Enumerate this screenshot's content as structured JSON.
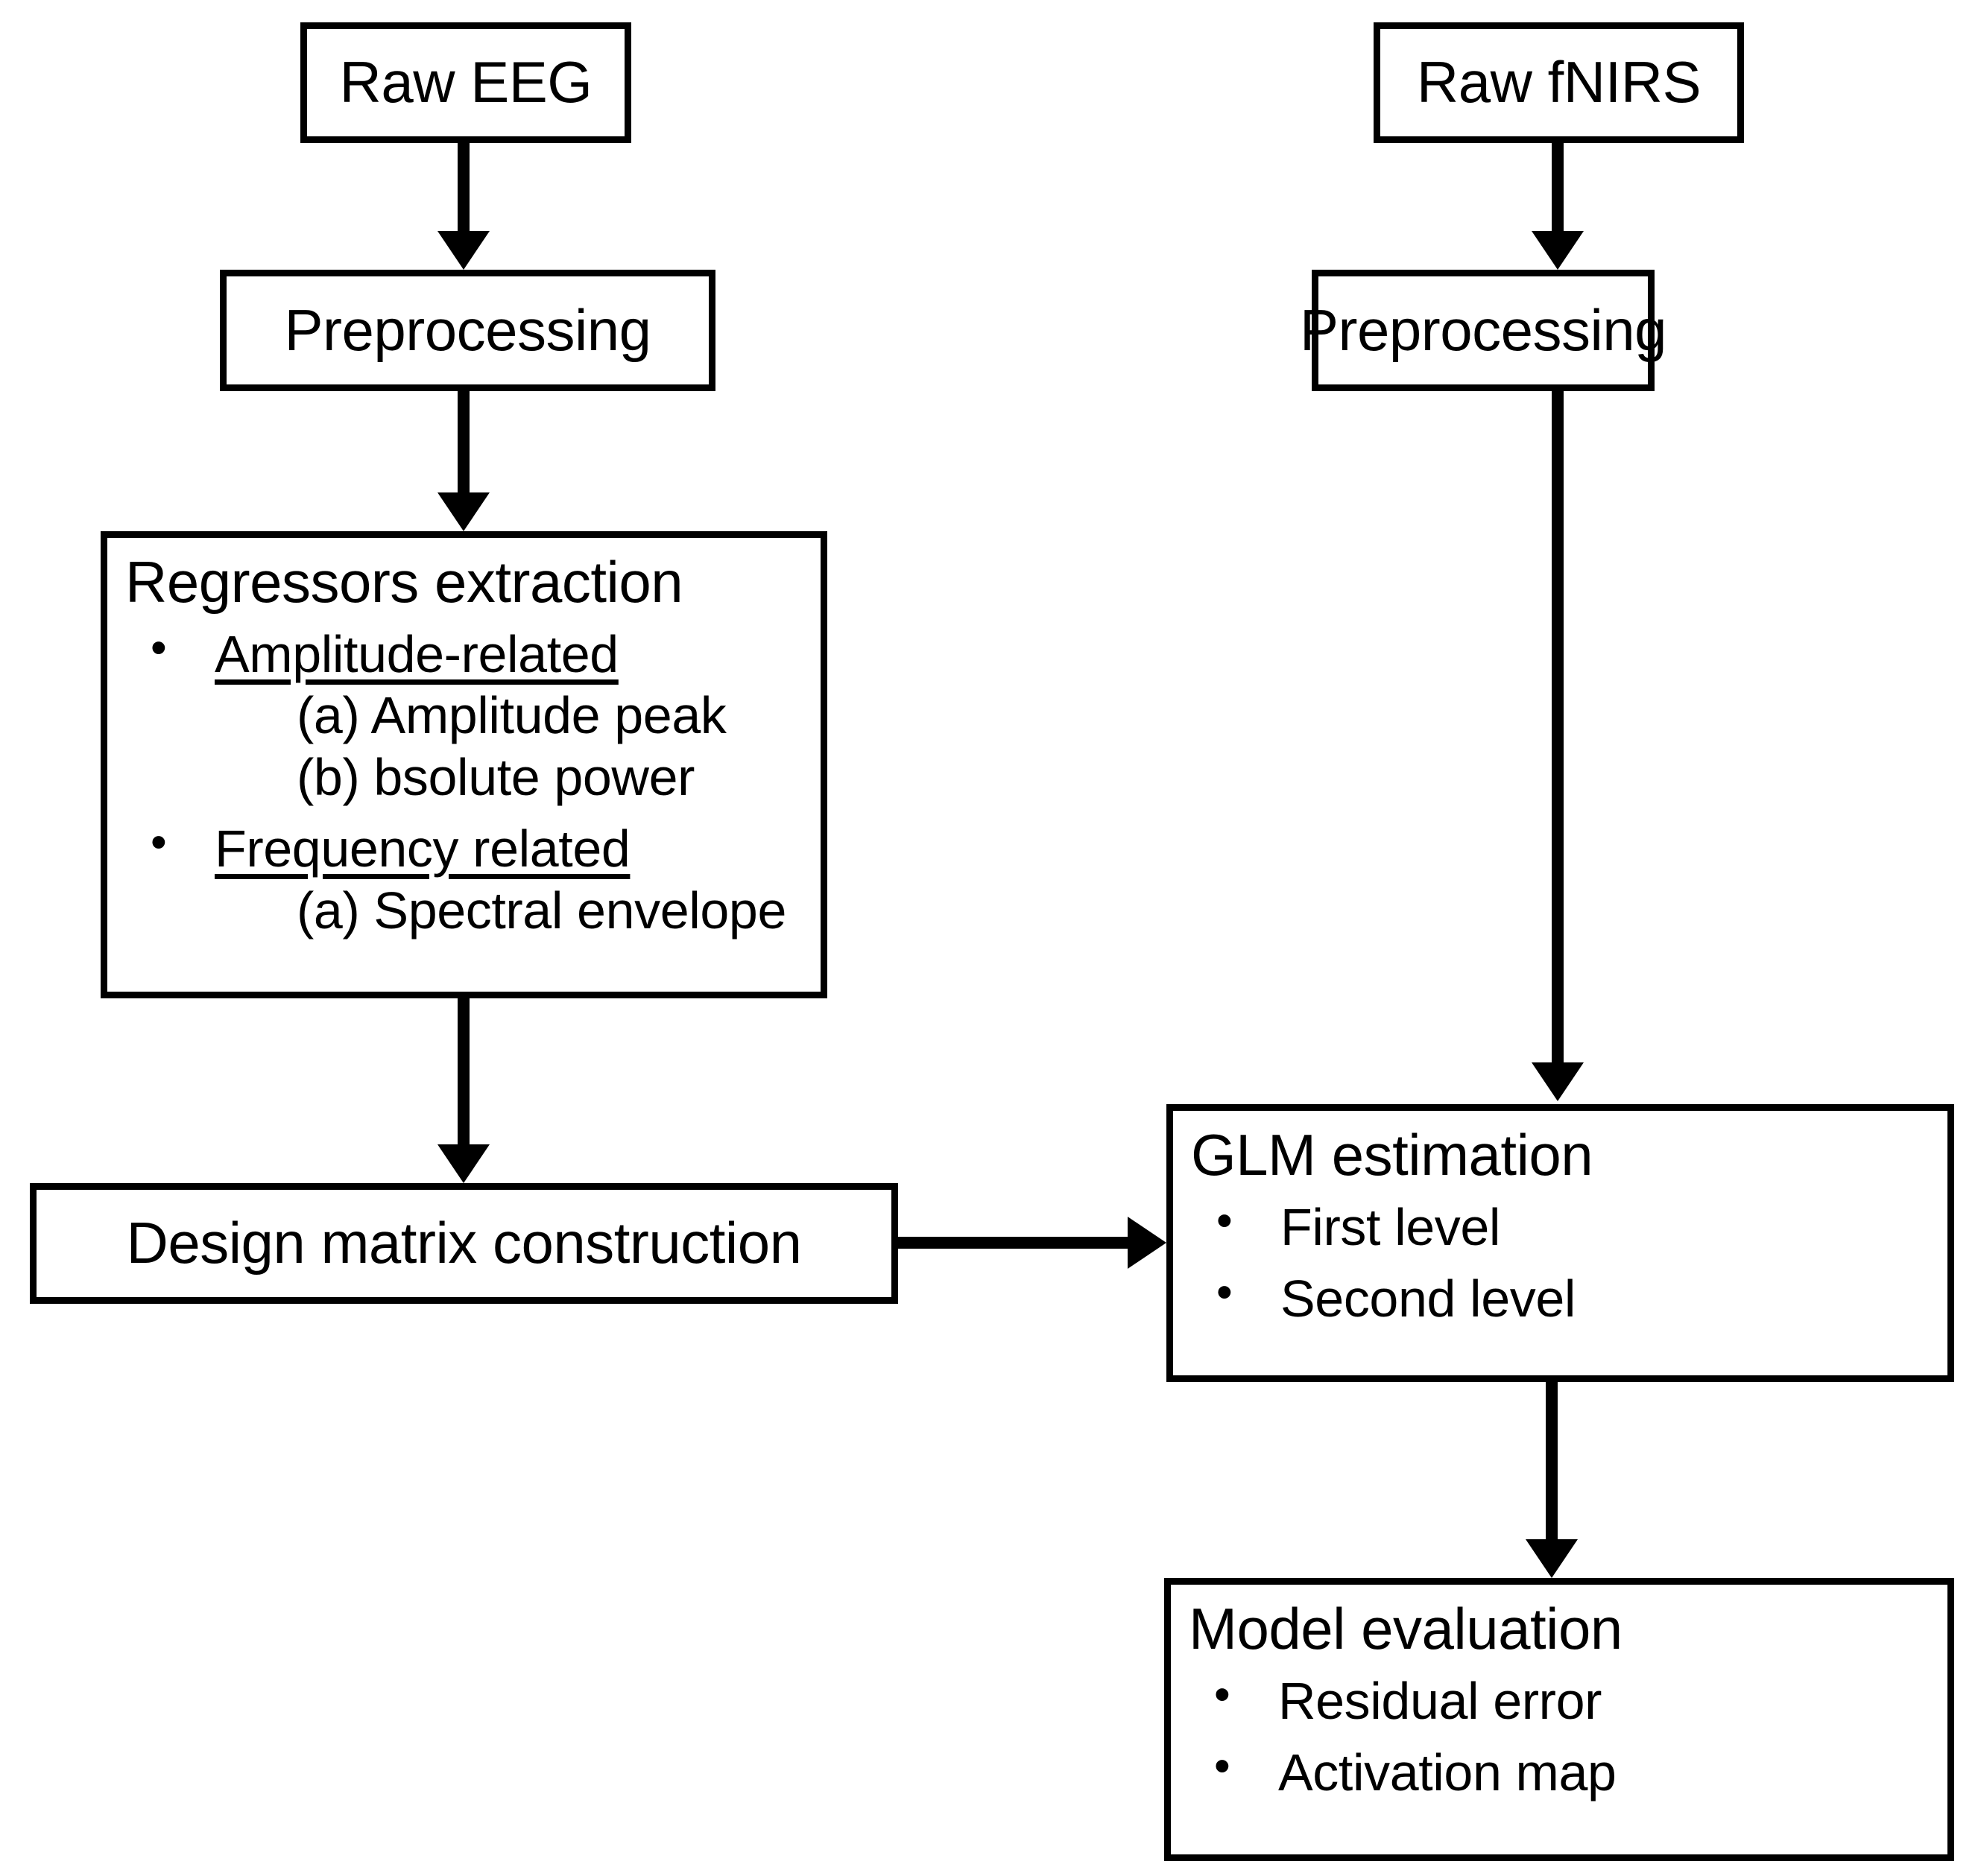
{
  "diagram": {
    "title": "EEG-informed fNIRS GLM analysis pipeline",
    "stroke_color": "#000000",
    "fill_color": "#ffffff",
    "nodes": {
      "raw_eeg": {
        "label": "Raw EEG"
      },
      "eeg_preprocessing": {
        "label": "Preprocessing"
      },
      "regressors": {
        "heading": "Regressors extraction",
        "items": [
          {
            "text": "Amplitude-related ",
            "level": "bullet",
            "underlined": true
          },
          {
            "text": "(a) Amplitude peak",
            "level": "sub",
            "underlined": false
          },
          {
            "text": "(b) bsolute power",
            "level": "sub",
            "underlined": false
          },
          {
            "text": "Frequency related",
            "level": "bullet",
            "underlined": true
          },
          {
            "text": "(a) Spectral envelope",
            "level": "sub",
            "underlined": false
          }
        ]
      },
      "design_matrix": {
        "label": "Design matrix construction"
      },
      "raw_fnirs": {
        "label": "Raw fNIRS"
      },
      "fnirs_preprocessing": {
        "label": "Preprocessing"
      },
      "glm_estimation": {
        "heading": "GLM estimation",
        "items": [
          {
            "text": "First level"
          },
          {
            "text": "Second level"
          }
        ]
      },
      "model_evaluation": {
        "heading": "Model evaluation",
        "items": [
          {
            "text": "Residual error"
          },
          {
            "text": "Activation map"
          }
        ]
      }
    },
    "edges": [
      {
        "from": "raw_eeg",
        "to": "eeg_preprocessing",
        "direction": "down"
      },
      {
        "from": "eeg_preprocessing",
        "to": "regressors",
        "direction": "down"
      },
      {
        "from": "regressors",
        "to": "design_matrix",
        "direction": "down"
      },
      {
        "from": "design_matrix",
        "to": "glm_estimation",
        "direction": "right"
      },
      {
        "from": "raw_fnirs",
        "to": "fnirs_preprocessing",
        "direction": "down"
      },
      {
        "from": "fnirs_preprocessing",
        "to": "glm_estimation",
        "direction": "down"
      },
      {
        "from": "glm_estimation",
        "to": "model_evaluation",
        "direction": "down"
      }
    ]
  }
}
